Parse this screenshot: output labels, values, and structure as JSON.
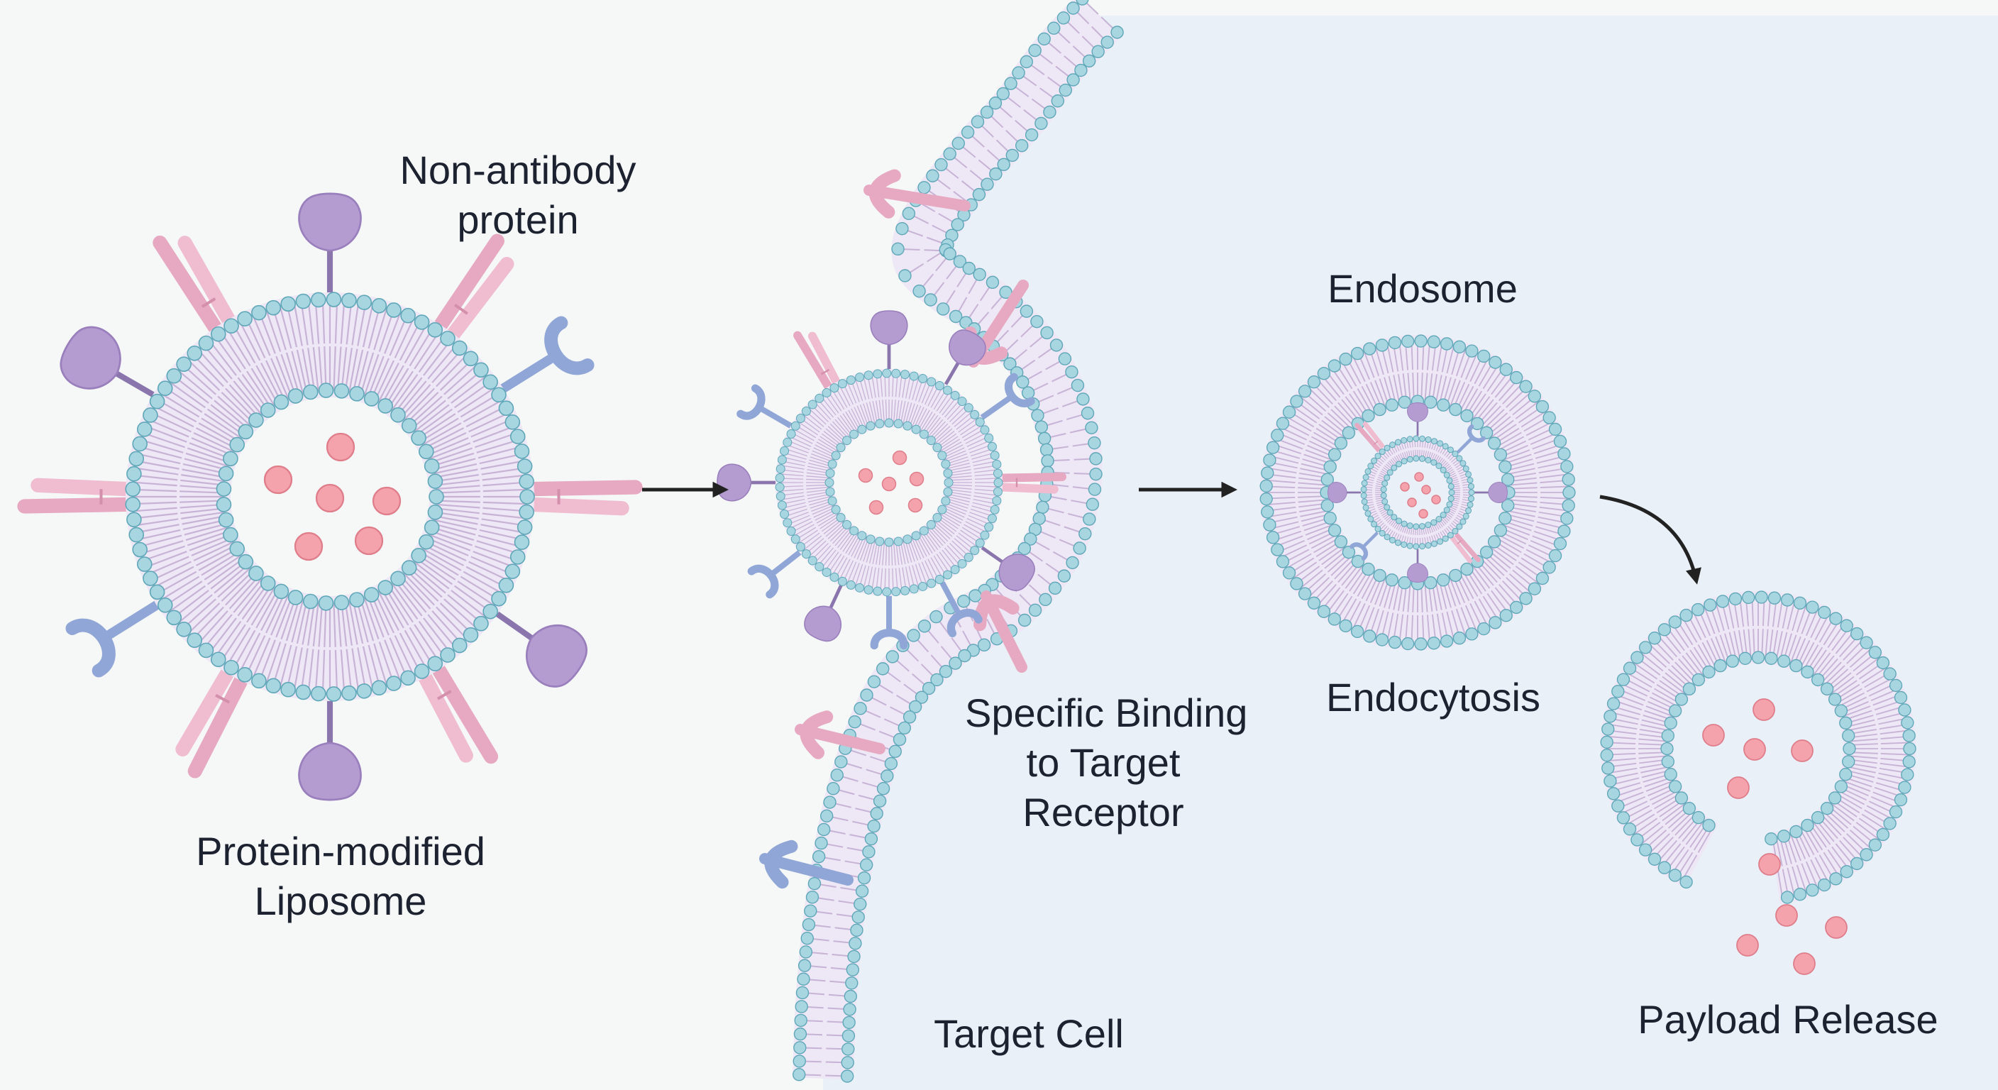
{
  "labels": {
    "non_antibody_protein": [
      "Non-antibody",
      "protein"
    ],
    "protein_modified_liposome": [
      "Protein-modified",
      "Liposome"
    ],
    "specific_binding": [
      "Specific Binding",
      "to Target",
      "Receptor"
    ],
    "endosome": "Endosome",
    "endocytosis": "Endocytosis",
    "target_cell": "Target Cell",
    "payload_release": "Payload Release"
  },
  "colors": {
    "background": "#f6f8f7",
    "cell_interior": "#e9f0f8",
    "lipid_head": "#a7d6e1",
    "lipid_head_stroke": "#5fa7b8",
    "lipid_tail": "#c7b3d6",
    "membrane_fill": "#eee7f5",
    "payload": "#f4a3ad",
    "payload_stroke": "#df7d8a",
    "protein_purple": "#b49bd0",
    "receptor_pink": "#e6a9c1",
    "receptor_blue": "#8fa6d6",
    "arrow": "#222222",
    "text": "#1d2230"
  }
}
